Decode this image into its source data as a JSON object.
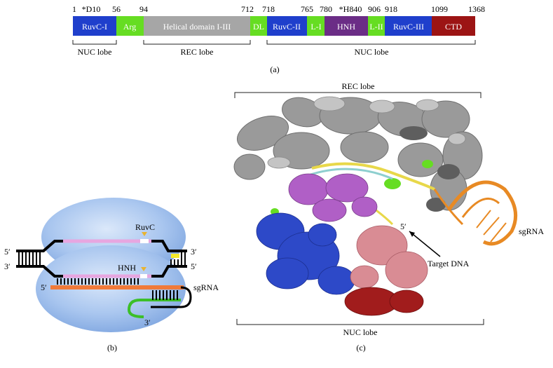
{
  "domain_figure": {
    "panel_a": {
      "positions": [
        "1",
        "*D10",
        "56",
        "94",
        "712",
        "718",
        "765",
        "780",
        "*H840",
        "906",
        "918",
        "1099",
        "1368"
      ],
      "domains": [
        {
          "label": "RuvC-I",
          "color": "#1f3fcc",
          "text_color": "#ffffff"
        },
        {
          "label": "Arg",
          "color": "#66dd22",
          "text_color": "#ffffff"
        },
        {
          "label": "Helical domain I-III",
          "color": "#a6a6a6",
          "text_color": "#ffffff"
        },
        {
          "label": "DL",
          "color": "#66dd22",
          "text_color": "#ffffff"
        },
        {
          "label": "RuvC-II",
          "color": "#1f3fcc",
          "text_color": "#ffffff"
        },
        {
          "label": "L-I",
          "color": "#66dd22",
          "text_color": "#ffffff"
        },
        {
          "label": "HNH",
          "color": "#6b2d86",
          "text_color": "#ffffff"
        },
        {
          "label": "L-II",
          "color": "#66dd22",
          "text_color": "#ffffff"
        },
        {
          "label": "RuvC-III",
          "color": "#1f3fcc",
          "text_color": "#ffffff"
        },
        {
          "label": "CTD",
          "color": "#9c1414",
          "text_color": "#ffffff"
        }
      ],
      "lobes": [
        "NUC lobe",
        "REC lobe",
        "NUC lobe"
      ],
      "caption": "(a)"
    },
    "panel_b": {
      "ruvc_label": "RuvC",
      "hnh_label": "HNH",
      "five_prime_left_top": "5′",
      "three_prime_left_bottom": "3′",
      "three_prime_right_top": "3′",
      "five_prime_right_bottom": "5′",
      "five_prime_sgrna": "5′",
      "three_prime_sgrna": "3′",
      "sgrna_label": "sgRNA",
      "caption": "(b)"
    },
    "panel_c": {
      "rec_lobe_label": "REC lobe",
      "nuc_lobe_label": "NUC lobe",
      "sgrna_label": "sgRNA",
      "target_dna_label": "Target DNA",
      "five_prime_label": "5′",
      "caption": "(c)"
    }
  }
}
